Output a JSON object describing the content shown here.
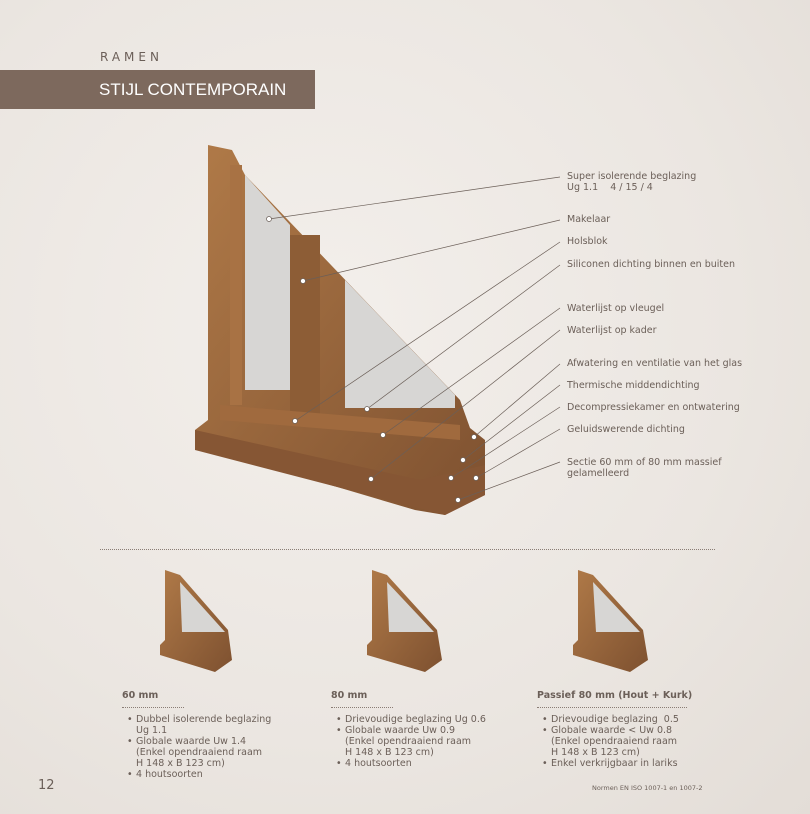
{
  "header": {
    "section": "RAMEN",
    "title": "STIJL CONTEMPORAIN"
  },
  "callouts": [
    {
      "lines": [
        "Super isolerende beglazing",
        "Ug 1.1    4 / 15 / 4"
      ]
    },
    {
      "lines": [
        "Makelaar"
      ]
    },
    {
      "lines": [
        "Holsblok"
      ]
    },
    {
      "lines": [
        "Siliconen dichting binnen en buiten"
      ]
    },
    {
      "lines": [
        "Waterlijst op vleugel"
      ]
    },
    {
      "lines": [
        "Waterlijst op kader"
      ]
    },
    {
      "lines": [
        "Afwatering en ventilatie van het glas"
      ]
    },
    {
      "lines": [
        "Thermische middendichting"
      ]
    },
    {
      "lines": [
        "Decompressiekamer en ontwatering"
      ]
    },
    {
      "lines": [
        "Geluidswerende dichting"
      ]
    },
    {
      "lines": [
        "Sectie 60 mm of 80 mm massief",
        "gelamelleerd"
      ]
    }
  ],
  "variants": [
    {
      "title": "60 mm",
      "items": [
        [
          "Dubbel isolerende beglazing",
          "Ug 1.1"
        ],
        [
          "Globale waarde Uw 1.4",
          "(Enkel opendraaiend raam",
          "H 148 x B 123 cm)"
        ],
        [
          "4 houtsoorten"
        ]
      ]
    },
    {
      "title": "80 mm",
      "items": [
        [
          "Drievoudige beglazing Ug 0.6"
        ],
        [
          "Globale waarde Uw 0.9",
          "(Enkel opendraaiend raam",
          "H 148 x B 123 cm)"
        ],
        [
          "4 houtsoorten"
        ]
      ]
    },
    {
      "title": "Passief 80 mm (Hout + Kurk)",
      "items": [
        [
          "Drievoudige beglazing  0.5"
        ],
        [
          "Globale waarde < Uw 0.8",
          "(Enkel opendraaiend raam",
          "H 148 x B 123 cm)"
        ],
        [
          "Enkel verkrijgbaar in lariks"
        ]
      ]
    }
  ],
  "footer": {
    "page": "12",
    "norm": "Normen EN ISO 1007-1 en 1007-2"
  },
  "colors": {
    "banner": "#7d695d",
    "wood": "#9a673b",
    "glass": "#d9d8d6"
  }
}
